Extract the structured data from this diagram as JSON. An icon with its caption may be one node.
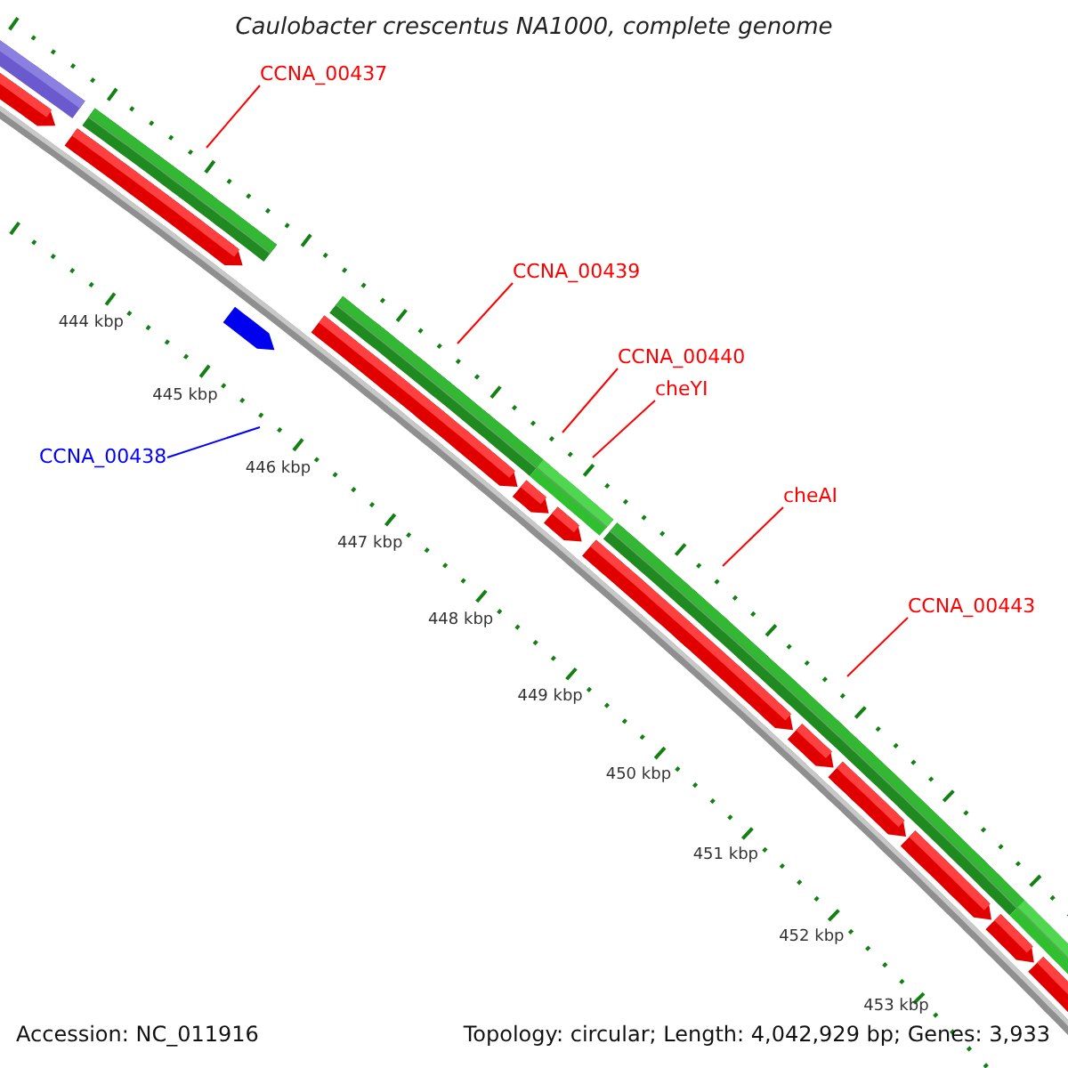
{
  "diagram": {
    "title": "Caulobacter crescentus NA1000, complete genome",
    "nodes": [
      {
        "text": [
          "CCNA_00437"
        ]
      },
      {
        "text": [
          "CCNA_00439"
        ]
      },
      {
        "text": [
          "CCNA_00440"
        ]
      },
      {
        "text": [
          "cheYI"
        ]
      },
      {
        "text": [
          "CCNA_00438"
        ]
      },
      {
        "text": [
          "cheAI"
        ]
      },
      {
        "text": [
          "CCNA_00443"
        ]
      }
    ],
    "edges": [
      {
        "from": 0,
        "to": null,
        "arrow": "none"
      },
      {
        "from": 1,
        "to": null,
        "arrow": "none"
      },
      {
        "from": 2,
        "to": null,
        "arrow": "none"
      },
      {
        "from": 3,
        "to": null,
        "arrow": "none"
      },
      {
        "from": 4,
        "to": null,
        "arrow": "none",
        "color": "#0000ff"
      },
      {
        "from": 5,
        "to": null,
        "arrow": "none"
      },
      {
        "from": 6,
        "to": null,
        "arrow": "none"
      }
    ],
    "labels": [
      "444 kbp",
      "445 kbp",
      "446 kbp",
      "447 kbp",
      "448 kbp",
      "449 kbp",
      "450 kbp",
      "451 kbp",
      "452 kbp",
      "453 kbp",
      "Accession: NC_011916",
      "Topology: circular; Length: 4,042,929 bp; Genes: 3,933"
    ]
  }
}
